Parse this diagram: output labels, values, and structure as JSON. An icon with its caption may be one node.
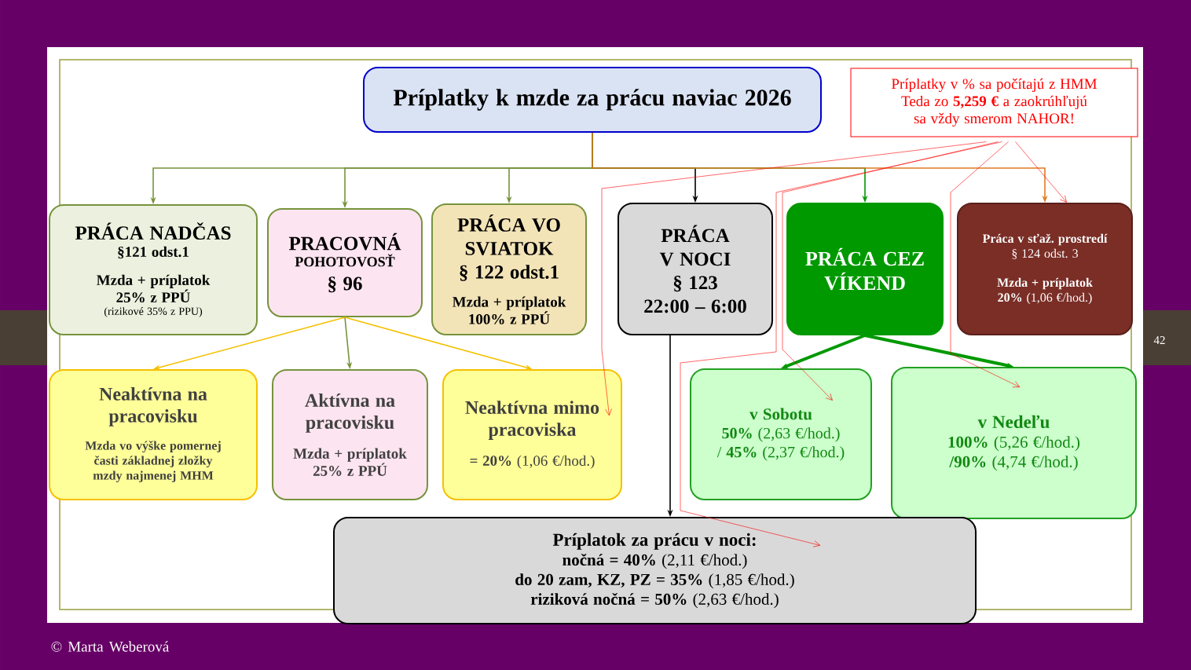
{
  "diagram": {
    "nodes": [
      {
        "text": [
          "Príplatky k mzde za prácu naviac 2026"
        ]
      },
      {
        "text": [
          "Príplatky v % sa počítajú z HMM Teda zo **5,259 €** a zaokrúhľujú sa vždy smerom NAHOR!"
        ]
      },
      {
        "text": [
          "PRÁCA NADČAS",
          "§121 odst.1",
          "Mzda + príplatok 25% z PPÚ",
          "(rizikové 35% z PPU)"
        ]
      },
      {
        "text": [
          "PRACOVNÁ",
          "POHOTOVOSŤ",
          "§ 96"
        ]
      },
      {
        "text": [
          "PRÁCA VO SVIATOK",
          "§ 122 odst.1",
          "Mzda + príplatok 100% z PPÚ"
        ]
      },
      {
        "text": [
          "PRÁCA V NOCI",
          "§ 123",
          "22:00 – 6:00"
        ]
      },
      {
        "text": [
          "PRÁCA CEZ VÍKEND"
        ]
      },
      {
        "text": [
          "Práca v sťaž. prostredí",
          "§ 124 odst. 3",
          "**Mzda + príplatok 20%** (1,06 €/hod.)"
        ]
      },
      {
        "text": [
          "Neaktívna na pracovisku",
          "Mzda vo výške pomernej časti základnej zložky mzdy najmenej MHM"
        ]
      },
      {
        "text": [
          "Aktívna na pracovisku",
          "Mzda + príplatok 25% z PPÚ"
        ]
      },
      {
        "text": [
          "Neaktívna mimo pracoviska",
          "**= 20%** (1,06 €/hod.)"
        ]
      },
      {
        "text": [
          "v Sobotu",
          "**50%** (2,63 €/hod.) / **45%** (2,37 €/hod.)"
        ]
      },
      {
        "text": [
          "v Nedeľu",
          "**100%** (5,26 €/hod.) **/90%** (4,74 €/hod.)"
        ]
      },
      {
        "text": [
          "Príplatok za prácu v noci:",
          "**nočná = 40%** (2,11 €/hod.)",
          "**do 20 zam, KZ, PZ = 35%** (1,85 €/hod.)",
          "**riziková nočná = 50%** (2,63 €/hod.)"
        ]
      }
    ],
    "edges": [
      {
        "from": 0,
        "to": 2,
        "arrow": "to",
        "color": "#77933c"
      },
      {
        "from": 0,
        "to": 3,
        "arrow": "to",
        "color": "#77933c"
      },
      {
        "from": 0,
        "to": 4,
        "arrow": "to",
        "color": "#77933c"
      },
      {
        "from": 0,
        "to": 5,
        "arrow": "to",
        "color": "#000000"
      },
      {
        "from": 0,
        "to": 6,
        "arrow": "to",
        "color": "#009900"
      },
      {
        "from": 0,
        "to": 7,
        "arrow": "to",
        "color": "#e07b25"
      },
      {
        "from": 3,
        "to": 8,
        "arrow": "to",
        "color": "#f5c000"
      },
      {
        "from": 3,
        "to": 9,
        "arrow": "to",
        "color": "#77933c"
      },
      {
        "from": 3,
        "to": 10,
        "arrow": "to",
        "color": "#f5c000"
      },
      {
        "from": 5,
        "to": 13,
        "arrow": "to",
        "color": "#000000"
      },
      {
        "from": 6,
        "to": 11,
        "arrow": "to",
        "color": "#009900",
        "style": "thick"
      },
      {
        "from": 6,
        "to": 12,
        "arrow": "to",
        "color": "#009900",
        "style": "thick"
      },
      {
        "from": 1,
        "to": 10,
        "arrow": "to",
        "color": "#ff0000"
      },
      {
        "from": 1,
        "to": 11,
        "arrow": "to",
        "color": "#ff0000"
      },
      {
        "from": 1,
        "to": 13,
        "arrow": "to",
        "color": "#ff0000"
      },
      {
        "from": 1,
        "to": 12,
        "arrow": "to",
        "color": "#ff0000"
      },
      {
        "from": 1,
        "to": 7,
        "arrow": "to",
        "color": "#ff0000"
      }
    ],
    "labels": [
      "42",
      "© Marta Weberová"
    ]
  }
}
